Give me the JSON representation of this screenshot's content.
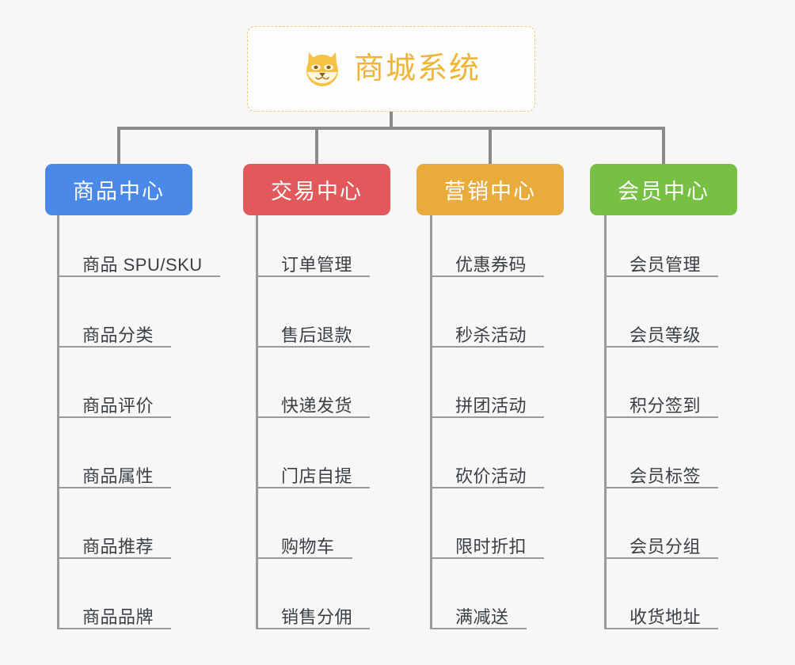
{
  "background_color": "#f7f7f7",
  "root": {
    "title": "商城系统",
    "icon": "shiba-dog-emoji",
    "text_color": "#f0b437",
    "border_color": "#f0c775"
  },
  "branches": [
    {
      "title": "商品中心",
      "color": "#4a89e8",
      "items": [
        "商品 SPU/SKU",
        "商品分类",
        "商品评价",
        "商品属性",
        "商品推荐",
        "商品品牌"
      ]
    },
    {
      "title": "交易中心",
      "color": "#e2595b",
      "items": [
        "订单管理",
        "售后退款",
        "快递发货",
        "门店自提",
        "购物车",
        "销售分佣"
      ]
    },
    {
      "title": "营销中心",
      "color": "#eaab3d",
      "items": [
        "优惠券码",
        "秒杀活动",
        "拼团活动",
        "砍价活动",
        "限时折扣",
        "满减送"
      ]
    },
    {
      "title": "会员中心",
      "color": "#78c043",
      "items": [
        "会员管理",
        "会员等级",
        "积分签到",
        "会员标签",
        "会员分组",
        "收货地址"
      ]
    }
  ]
}
